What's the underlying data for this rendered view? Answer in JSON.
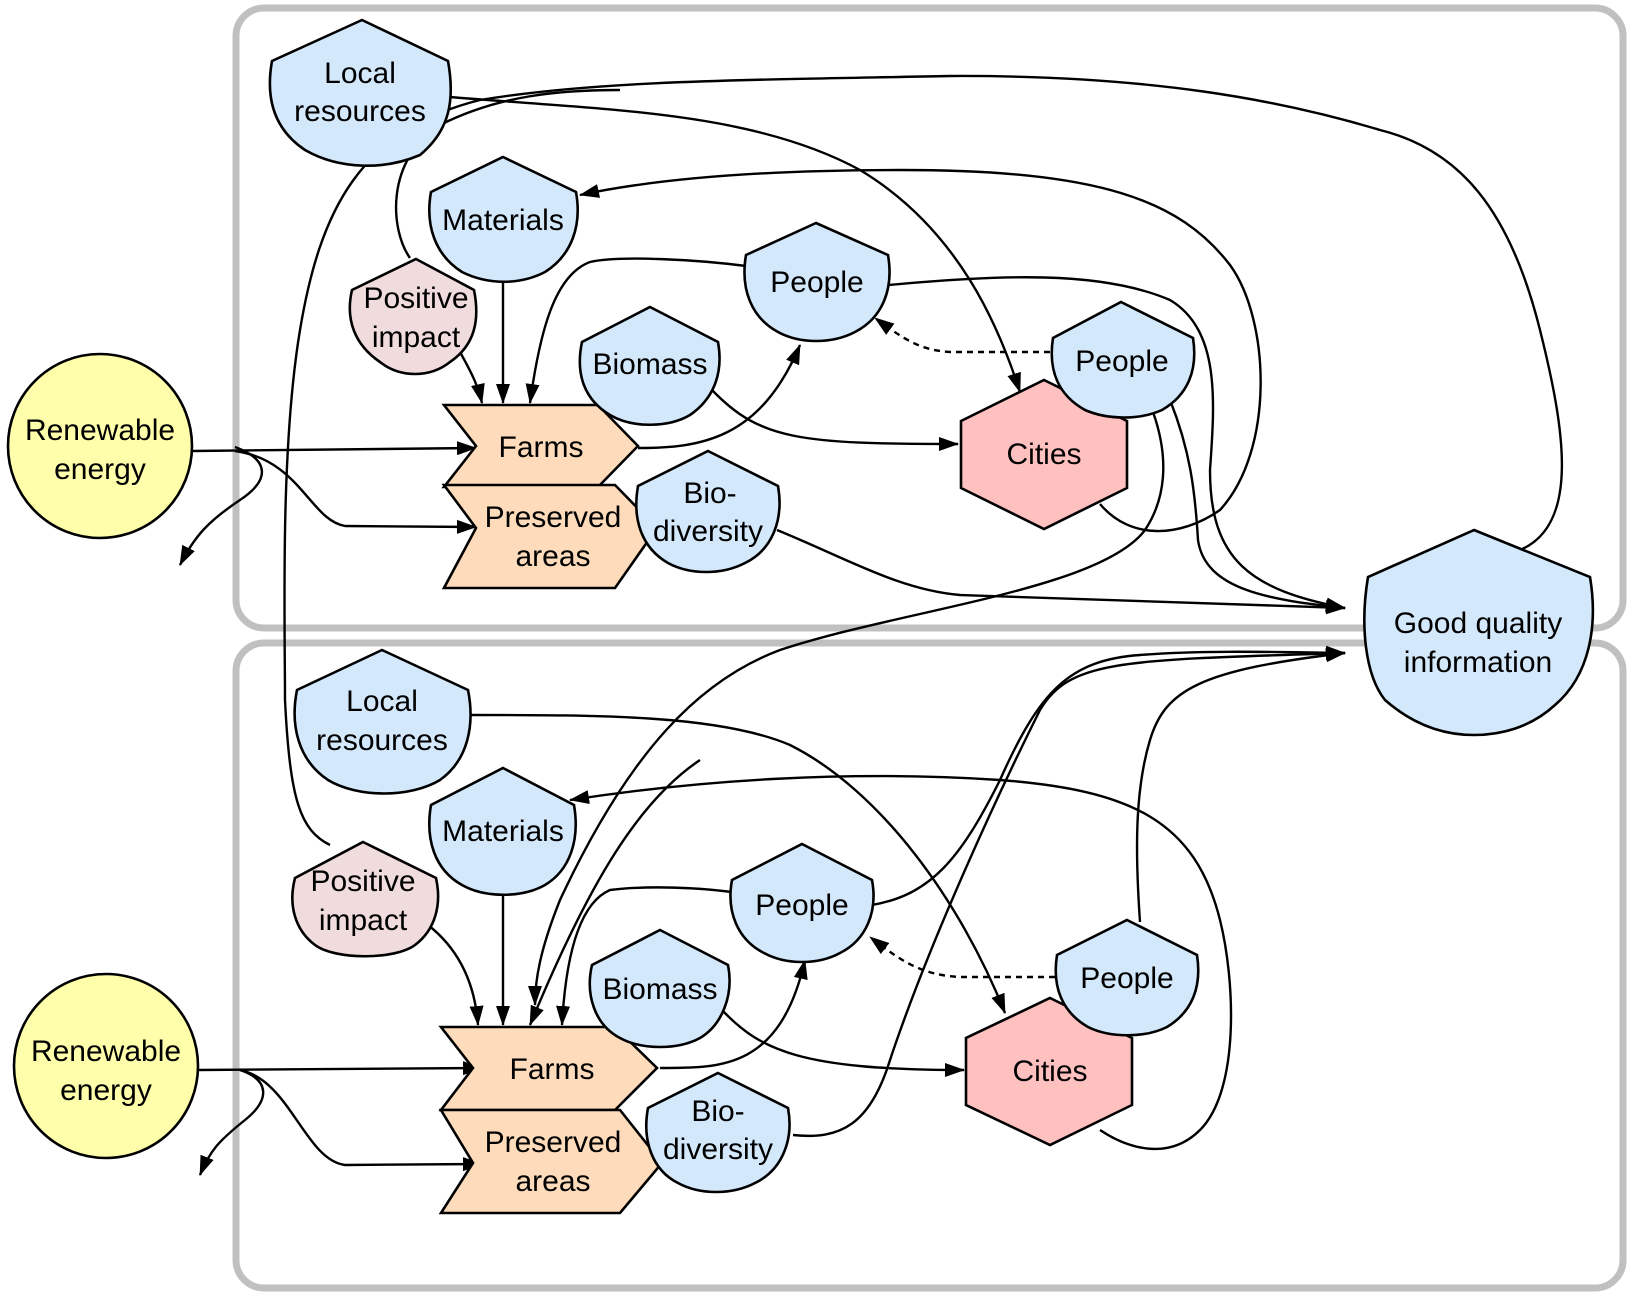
{
  "colors": {
    "resource": "#d4e8fc",
    "impact": "#f0dcdc",
    "energy": "#fffeaa",
    "process": "#fddbbb",
    "city": "#ffc0c0",
    "group_border": "#c0c0c0"
  },
  "groups": [
    {
      "id": "upper",
      "nodes": {
        "local_resources": [
          "Local",
          "resources"
        ],
        "materials": [
          "Materials"
        ],
        "positive_impact": [
          "Positive",
          "impact"
        ],
        "renewable_energy": [
          "Renewable",
          "energy"
        ],
        "farms": [
          "Farms"
        ],
        "preserved_areas": [
          "Preserved",
          "areas"
        ],
        "biomass": [
          "Biomass"
        ],
        "biodiversity": [
          "Bio-",
          "diversity"
        ],
        "people_center": [
          "People"
        ],
        "people_right": [
          "People"
        ],
        "cities": [
          "Cities"
        ]
      }
    },
    {
      "id": "lower",
      "nodes": {
        "local_resources": [
          "Local",
          "resources"
        ],
        "materials": [
          "Materials"
        ],
        "positive_impact": [
          "Positive",
          "impact"
        ],
        "renewable_energy": [
          "Renewable",
          "energy"
        ],
        "farms": [
          "Farms"
        ],
        "preserved_areas": [
          "Preserved",
          "areas"
        ],
        "biomass": [
          "Biomass"
        ],
        "biodiversity": [
          "Bio-",
          "diversity"
        ],
        "people_center": [
          "People"
        ],
        "people_right": [
          "People"
        ],
        "cities": [
          "Cities"
        ]
      }
    }
  ],
  "shared": {
    "good_quality_information": [
      "Good quality",
      "information"
    ]
  },
  "edges": [
    {
      "from": "upper.renewable_energy",
      "to": "upper.farms",
      "style": "solid"
    },
    {
      "from": "upper.renewable_energy",
      "to": "upper.preserved_areas",
      "style": "solid"
    },
    {
      "from": "upper.renewable_energy",
      "to": "outside",
      "style": "solid"
    },
    {
      "from": "upper.materials",
      "to": "upper.farms",
      "style": "solid"
    },
    {
      "from": "upper.positive_impact",
      "to": "upper.farms",
      "style": "solid"
    },
    {
      "from": "upper.people_center",
      "to": "upper.farms",
      "style": "solid"
    },
    {
      "from": "upper.farms",
      "to": "upper.people_center",
      "style": "solid"
    },
    {
      "from": "upper.biomass",
      "to": "upper.cities",
      "style": "solid"
    },
    {
      "from": "upper.local_resources",
      "to": "upper.cities",
      "style": "solid"
    },
    {
      "from": "upper.people_right",
      "to": "upper.people_center",
      "style": "dashed"
    },
    {
      "from": "upper.cities",
      "to": "upper.materials",
      "style": "solid"
    },
    {
      "from": "upper.people_center",
      "to": "good_quality_information",
      "style": "solid"
    },
    {
      "from": "upper.people_right",
      "to": "good_quality_information",
      "style": "solid"
    },
    {
      "from": "upper.biodiversity",
      "to": "good_quality_information",
      "style": "solid"
    },
    {
      "from": "upper.people_right",
      "to": "lower.farms",
      "style": "solid"
    },
    {
      "from": "good_quality_information",
      "to": "lower.positive_impact",
      "style": "solid"
    },
    {
      "from": "lower.renewable_energy",
      "to": "lower.farms",
      "style": "solid"
    },
    {
      "from": "lower.renewable_energy",
      "to": "lower.preserved_areas",
      "style": "solid"
    },
    {
      "from": "lower.renewable_energy",
      "to": "outside",
      "style": "solid"
    },
    {
      "from": "lower.materials",
      "to": "lower.farms",
      "style": "solid"
    },
    {
      "from": "lower.positive_impact",
      "to": "lower.farms",
      "style": "solid"
    },
    {
      "from": "lower.people_center",
      "to": "lower.farms",
      "style": "solid"
    },
    {
      "from": "lower.farms",
      "to": "lower.people_center",
      "style": "solid"
    },
    {
      "from": "lower.biomass",
      "to": "lower.cities",
      "style": "solid"
    },
    {
      "from": "lower.local_resources",
      "to": "lower.cities",
      "style": "solid"
    },
    {
      "from": "lower.people_right",
      "to": "lower.people_center",
      "style": "dashed"
    },
    {
      "from": "lower.cities",
      "to": "lower.materials",
      "style": "solid"
    },
    {
      "from": "lower.people_center",
      "to": "good_quality_information",
      "style": "solid"
    },
    {
      "from": "lower.biodiversity",
      "to": "good_quality_information",
      "style": "solid"
    },
    {
      "from": "lower.people_right",
      "to": "good_quality_information",
      "style": "solid"
    }
  ]
}
